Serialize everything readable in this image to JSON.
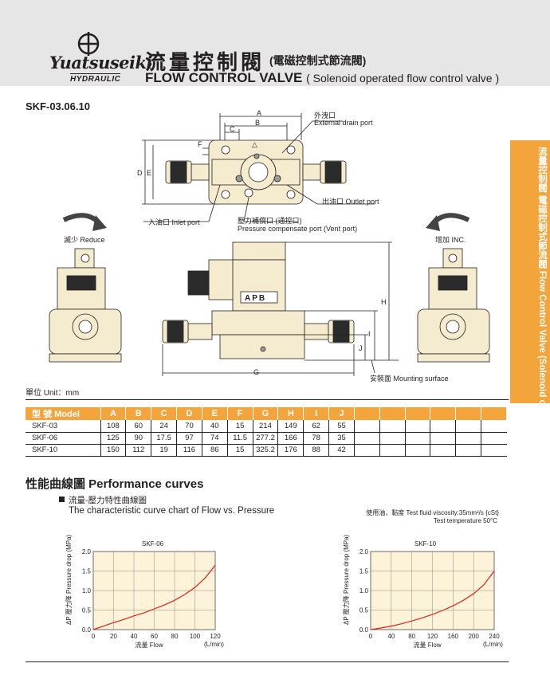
{
  "header": {
    "brand": "Yuatsuseiki",
    "brand_sub": "HYDRAULIC",
    "title_cn": "流量控制閥",
    "title_cn_sub": "(電磁控制式節流閥)",
    "title_en": "FLOW CONTROL VALVE",
    "title_en_sub": "( Solenoid operated flow control valve )"
  },
  "model_code": "SKF-03.06.10",
  "side_tab": {
    "text": "流量控制閥 電磁控制式節流閥 Flow Control Valve (Solenoid operated flow control valve)"
  },
  "drawing": {
    "dims": {
      "a": "A",
      "b": "B",
      "c": "C",
      "d": "D",
      "e": "E",
      "f": "F",
      "g": "G",
      "h": "H",
      "i": "I",
      "j": "J"
    },
    "external_drain_cn": "外洩口",
    "external_drain_en": "External drain port",
    "outlet": "出油口 Outlet port",
    "inlet": "入油口 Inlet port",
    "pressure_comp_cn": "壓力補償口 (通控口)",
    "pressure_comp_en": "Pressure compensate port (Vent port)",
    "reduce": "滅少 Reduce",
    "increase": "增加 INC.",
    "mounting": "安裝面 Mounting surface",
    "apb": "APB"
  },
  "unit_label": "單位 Unit：mm",
  "dims_table": {
    "headers": [
      "型 號 Model",
      "A",
      "B",
      "C",
      "D",
      "E",
      "F",
      "G",
      "H",
      "I",
      "J",
      "",
      "",
      "",
      "",
      "",
      ""
    ],
    "rows": [
      [
        "SKF-03",
        "108",
        "60",
        "24",
        "70",
        "40",
        "15",
        "214",
        "149",
        "62",
        "55",
        "",
        "",
        "",
        "",
        "",
        ""
      ],
      [
        "SKF-06",
        "125",
        "90",
        "17.5",
        "97",
        "74",
        "11.5",
        "277.2",
        "166",
        "78",
        "35",
        "",
        "",
        "",
        "",
        "",
        ""
      ],
      [
        "SKF-10",
        "150",
        "112",
        "19",
        "116",
        "86",
        "15",
        "325.2",
        "176",
        "88",
        "42",
        "",
        "",
        "",
        "",
        "",
        ""
      ]
    ]
  },
  "performance": {
    "title": "性能曲線圖 Performance curves",
    "caption_cn": "流量-壓力特性曲線圖",
    "caption_en": "The characteristic curve chart of Flow vs. Pressure",
    "note_line1": "使用油，黏度 Test fluid viscosity:35mm²/s {cSt}",
    "note_line2": "Test temperature 50°C"
  },
  "chart_data": [
    {
      "type": "line",
      "title": "SKF-06",
      "xlabel": "流量 Flow",
      "xunit": "(L/min)",
      "ylabel": "ΔP 壓力降 Pressure drop (MPa)",
      "xlim": [
        0,
        120
      ],
      "ylim": [
        0,
        2.0
      ],
      "xticks": [
        0,
        20,
        40,
        60,
        80,
        100,
        120
      ],
      "yticks": [
        "0.0",
        "0.5",
        "1.0",
        "1.5",
        "2.0"
      ],
      "grid": true,
      "color": "#e0201b",
      "series": [
        {
          "x": [
            0,
            10,
            20,
            30,
            40,
            50,
            60,
            70,
            80,
            90,
            100,
            110,
            120
          ],
          "y": [
            0.0,
            0.09,
            0.18,
            0.26,
            0.35,
            0.43,
            0.53,
            0.63,
            0.75,
            0.9,
            1.08,
            1.32,
            1.65
          ]
        }
      ]
    },
    {
      "type": "line",
      "title": "SKF-10",
      "xlabel": "流量 Flow",
      "xunit": "(L/min)",
      "ylabel": "ΔP 壓力降 Pressure drop (MPa)",
      "xlim": [
        0,
        240
      ],
      "ylim": [
        0,
        2.0
      ],
      "xticks": [
        0,
        40,
        80,
        120,
        160,
        200,
        240
      ],
      "yticks": [
        "0.0",
        "0.5",
        "1.0",
        "1.5",
        "2.0"
      ],
      "grid": true,
      "color": "#e0201b",
      "series": [
        {
          "x": [
            0,
            20,
            40,
            60,
            80,
            100,
            120,
            140,
            160,
            180,
            200,
            220,
            240
          ],
          "y": [
            0.0,
            0.04,
            0.09,
            0.15,
            0.22,
            0.3,
            0.39,
            0.49,
            0.61,
            0.75,
            0.92,
            1.15,
            1.5
          ]
        }
      ]
    }
  ],
  "colors": {
    "accent": "#f3a43b",
    "body": "#f5eccf",
    "curve": "#e0201b",
    "header_bg": "#e6e6e6"
  }
}
